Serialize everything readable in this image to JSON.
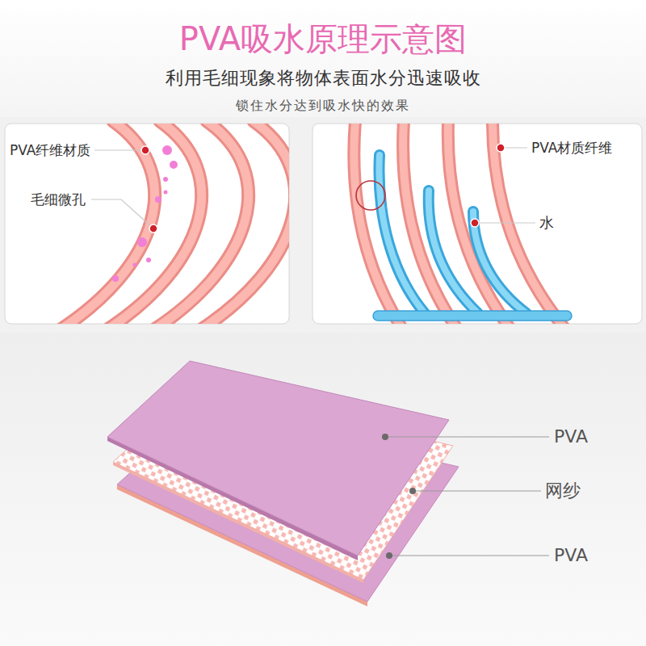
{
  "diagram": {
    "title": "PVA吸水原理示意图",
    "labels": [
      "利用毛细现象将物体表面水分迅速吸收",
      "锁住水分达到吸水快的效果",
      "PVA纤维材质",
      "毛细微孔",
      "PVA材质纤维",
      "水",
      "PVA",
      "网纱",
      "PVA"
    ]
  }
}
